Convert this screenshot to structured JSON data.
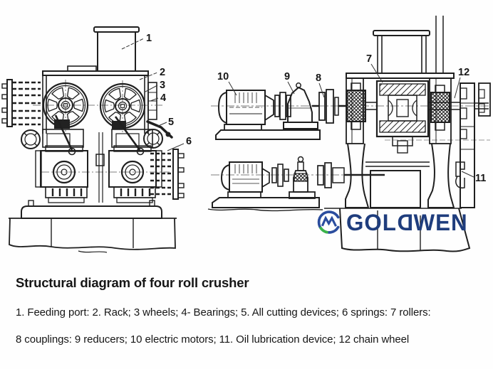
{
  "page": {
    "background": "#fefefe"
  },
  "title": "Structural diagram of four roll crusher",
  "caption": {
    "line1": "1. Feeding port: 2. Rack; 3 wheels; 4- Bearings; 5. All cutting devices; 6 springs: 7 rollers:",
    "line2": "8 couplings: 9 reducers; 10 electric motors; 11. Oil lubrication device; 12 chain wheel"
  },
  "logo": {
    "part1": "GOL",
    "part2": "D",
    "part3": "WEN",
    "text_color": "#1f3d7d",
    "icon_blue": "#2b4d9e",
    "icon_green": "#3cb549"
  },
  "diagram": {
    "front_view_labels": [
      {
        "text": "1"
      },
      {
        "text": "2"
      },
      {
        "text": "3"
      },
      {
        "text": "4"
      },
      {
        "text": "5"
      },
      {
        "text": "6"
      }
    ],
    "side_view_labels": [
      {
        "text": "7"
      },
      {
        "text": "8"
      },
      {
        "text": "9"
      },
      {
        "text": "10"
      },
      {
        "text": "11"
      },
      {
        "text": "12"
      }
    ]
  },
  "parts_legend": [
    {
      "number": "1",
      "name": "Feeding port"
    },
    {
      "number": "2",
      "name": "Rack"
    },
    {
      "number": "3",
      "name": "wheels"
    },
    {
      "number": "4",
      "name": "Bearings"
    },
    {
      "number": "5",
      "name": "All cutting devices"
    },
    {
      "number": "6",
      "name": "springs"
    },
    {
      "number": "7",
      "name": "rollers"
    },
    {
      "number": "8",
      "name": "couplings"
    },
    {
      "number": "9",
      "name": "reducers"
    },
    {
      "number": "10",
      "name": "electric motors"
    },
    {
      "number": "11",
      "name": "Oil lubrication device"
    },
    {
      "number": "12",
      "name": "chain wheel"
    }
  ]
}
